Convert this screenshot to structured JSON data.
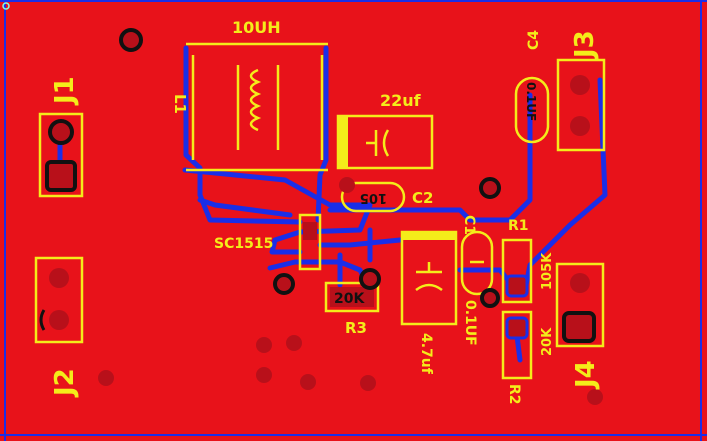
{
  "board": {
    "background": "#e8121a",
    "silkscreen_color": "#f4ec1a",
    "trace_color": "#1a2ee8"
  },
  "components": {
    "J1": {
      "designator": "J1"
    },
    "J2": {
      "designator": "J2"
    },
    "J3": {
      "designator": "J3"
    },
    "J4": {
      "designator": "J4"
    },
    "L1": {
      "designator": "L1",
      "value": "10UH"
    },
    "C_big": {
      "value": "22uf"
    },
    "C2": {
      "designator": "C2",
      "value": "105"
    },
    "C4": {
      "designator": "C4",
      "value": "0.1UF"
    },
    "C1": {
      "designator": "C1",
      "value": "0.1UF"
    },
    "U1": {
      "value": "SC1515"
    },
    "R3": {
      "designator": "R3",
      "value": "20K"
    },
    "C_tant": {
      "value": "4.7uf"
    },
    "R1": {
      "designator": "R1",
      "value": "105K"
    },
    "R2": {
      "designator": "R2",
      "value": "20K"
    }
  }
}
